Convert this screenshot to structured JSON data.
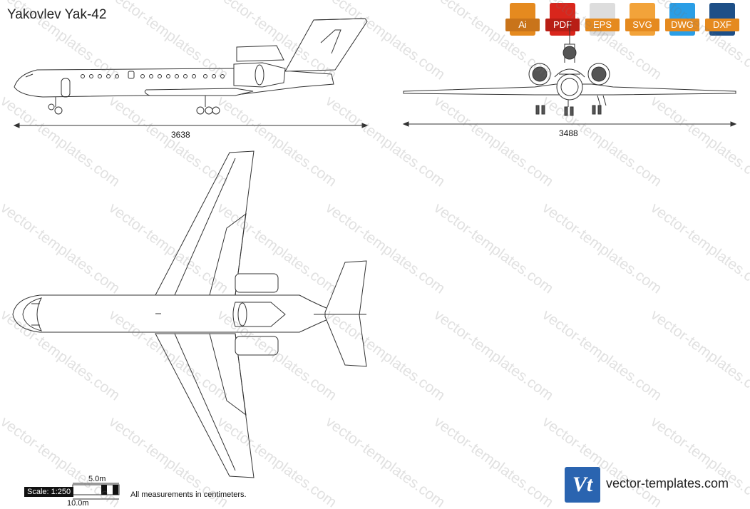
{
  "title": "Yakovlev Yak-42",
  "formats": [
    {
      "label": "Ai",
      "color": "#e58a1f",
      "icon": "ai-file-icon"
    },
    {
      "label": "PDF",
      "color": "#d9261c",
      "icon": "pdf-file-icon"
    },
    {
      "label": "EPS",
      "color": "#e58a1f",
      "icon": "eps-file-icon"
    },
    {
      "label": "SVG",
      "color": "#e58a1f",
      "icon": "svg-file-icon"
    },
    {
      "label": "DWG",
      "color": "#1f8fd6",
      "icon": "dwg-file-icon"
    },
    {
      "label": "DXF",
      "color": "#1d4f87",
      "icon": "dxf-file-icon"
    }
  ],
  "dimensions": {
    "side_length": "3638",
    "front_span": "3488"
  },
  "scale": {
    "label": "Scale: 1:250",
    "bar_5": "5.0m",
    "bar_10": "10.0m"
  },
  "note": "All measurements in centimeters.",
  "brand": {
    "logo": "Vt",
    "url": "vector-templates.com"
  },
  "watermark": "vector-templates.com",
  "colors": {
    "line": "#333333",
    "engine_dark": "#555555"
  }
}
